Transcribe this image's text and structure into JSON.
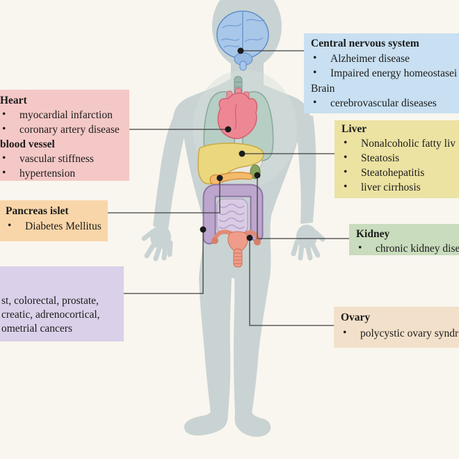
{
  "bullet_char": "•",
  "colors": {
    "background": "#f9f6ef",
    "body_silhouette": "#c9d3d3",
    "connector_line": "#3f3f3f",
    "connector_dot": "#1a1a1a",
    "cns_box": "#c8e0f1",
    "heart_box": "#f4c8c6",
    "liver_box": "#ece2a2",
    "pancreas_box": "#f9d6a9",
    "kidney_box": "#c9dcbd",
    "cancer_box": "#dbd0e9",
    "ovary_box": "#f2e0ca",
    "brain_organ": "#a9c7e9",
    "lungs_organ": "#b6cec5",
    "heart_organ": "#ec8793",
    "liver_organ": "#ead77e",
    "pancreas_organ": "#f4ba6c",
    "intestine_organ": "#bca6cd",
    "uterus_organ": "#ef9d8a"
  },
  "organs": [
    "brain",
    "trachea",
    "lungs",
    "heart",
    "stomach",
    "liver",
    "gallbladder",
    "pancreas",
    "large-intestine",
    "small-intestine",
    "uterus"
  ],
  "boxes": {
    "cns": {
      "lines": [
        {
          "style": "title",
          "text": "Central nervous system"
        },
        {
          "style": "bullet",
          "text": "Alzheimer disease"
        },
        {
          "style": "bullet",
          "text": "Impaired energy homeostasei"
        },
        {
          "style": "plain",
          "text": "Brain"
        },
        {
          "style": "bullet",
          "text": "cerebrovascular diseases"
        }
      ]
    },
    "heart": {
      "lines": [
        {
          "style": "title",
          "text": "Heart"
        },
        {
          "style": "bullet",
          "text": "myocardial infarction"
        },
        {
          "style": "bullet",
          "text": "coronary artery disease"
        },
        {
          "style": "title",
          "text": "blood vessel"
        },
        {
          "style": "bullet",
          "text": "vascular stiffness"
        },
        {
          "style": "bullet",
          "text": "hypertension"
        }
      ]
    },
    "liver": {
      "lines": [
        {
          "style": "title",
          "text": "Liver"
        },
        {
          "style": "bullet",
          "text": "Nonalcoholic fatty liv"
        },
        {
          "style": "bullet",
          "text": "Steatosis"
        },
        {
          "style": "bullet",
          "text": "Steatohepatitis"
        },
        {
          "style": "bullet",
          "text": "liver cirrhosis"
        }
      ]
    },
    "pancreas": {
      "lines": [
        {
          "style": "title",
          "text": "Pancreas islet"
        },
        {
          "style": "bullet",
          "text": "Diabetes Mellitus"
        }
      ]
    },
    "kidney": {
      "lines": [
        {
          "style": "title",
          "text": "Kidney"
        },
        {
          "style": "bullet",
          "text": "chronic kidney dise"
        }
      ]
    },
    "cancer": {
      "lines": [
        {
          "style": "plain",
          "text": "st, colorectal, prostate,"
        },
        {
          "style": "plain",
          "text": "creatic, adrenocortical,"
        },
        {
          "style": "plain",
          "text": "ometrial cancers"
        }
      ]
    },
    "ovary": {
      "lines": [
        {
          "style": "title",
          "text": "Ovary"
        },
        {
          "style": "bullet",
          "text": "polycystic ovary syndr"
        }
      ]
    }
  }
}
